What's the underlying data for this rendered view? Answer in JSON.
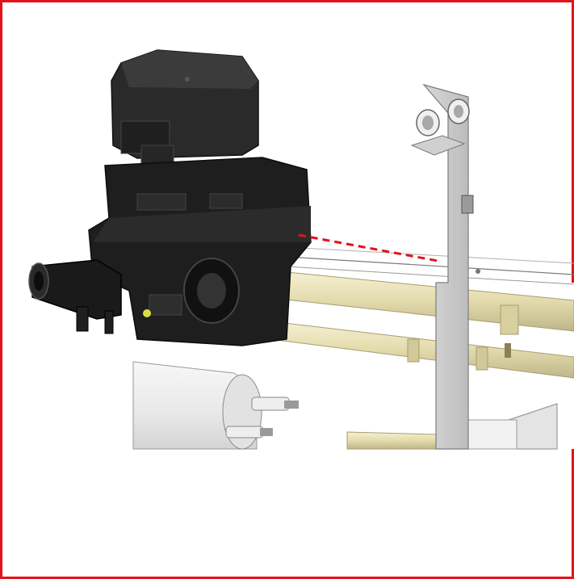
{
  "diagram": {
    "frame_color": "#e0141a",
    "guide_line_color": "#e0141a",
    "components": [
      {
        "name": "pump-motor-assembly",
        "color": "#1c1c1c"
      },
      {
        "name": "mounting-bracket",
        "color": "#c8c8c8"
      },
      {
        "name": "pipe-rails",
        "color": "#e6dfb4"
      },
      {
        "name": "tank-cylinder",
        "color": "#ececec"
      }
    ]
  }
}
